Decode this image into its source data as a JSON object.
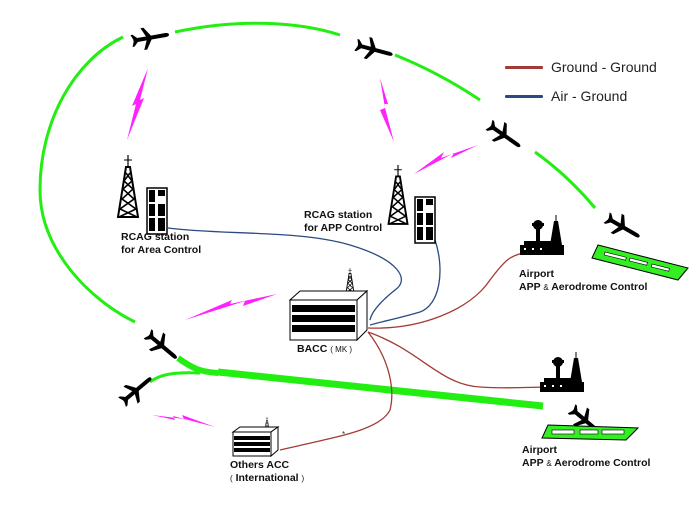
{
  "legend": {
    "items": [
      {
        "label": "Ground - Ground",
        "color": "#a23b35"
      },
      {
        "label": "Air - Ground",
        "color": "#2b4a82"
      }
    ]
  },
  "colors": {
    "flight_path": "#22ee11",
    "radio_link": "#ff22ff",
    "ground_ground": "#a23b35",
    "air_ground": "#2b4a82",
    "runway": "#33ee22"
  },
  "nodes": {
    "rcag_area": {
      "line1": "RCAG station",
      "line2": "for Area Control"
    },
    "rcag_app": {
      "line1": "RCAG station",
      "line2": "for APP Control"
    },
    "bacc": {
      "name": "BACC",
      "sub": "( MK )"
    },
    "airport_top": {
      "line1": "Airport",
      "line2_a": "APP",
      "amp": "&",
      "line2_b": "Aerodrome Control"
    },
    "airport_bottom": {
      "line1": "Airport",
      "line2_a": "APP",
      "amp": "&",
      "line2_b": "Aerodrome Control"
    },
    "others_acc": {
      "line1": "Others ACC",
      "line2_open": "(",
      "line2": "International",
      "line2_close": ")"
    }
  }
}
